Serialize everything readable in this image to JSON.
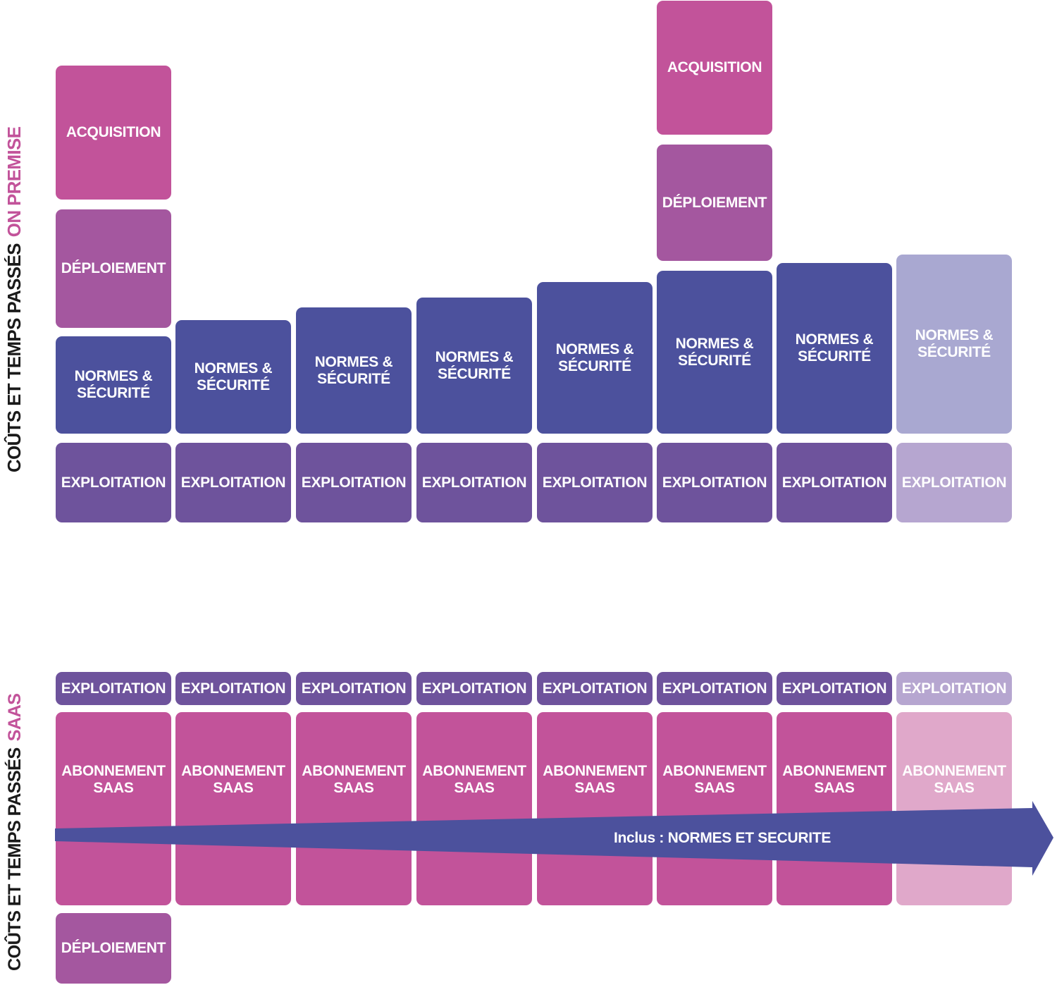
{
  "colors": {
    "acquisition": "#c2539a",
    "deploiement": "#a4579f",
    "normes": "#4c519d",
    "exploitation": "#6e539c",
    "abonnement": "#c2539a",
    "normes_faded": "#a9a8d1",
    "exploitation_faded": "#b6a6d0",
    "abonnement_faded": "#e0a8ca",
    "arrow": "#4c519d",
    "accent_text": "#c2539a",
    "axis_text": "#1a1a1a"
  },
  "on_premise": {
    "axis_title": "COÛTS ET TEMPS PASSÉS",
    "axis_title_accent": "ON PREMISE",
    "labels": {
      "acquisition": "ACQUISITION",
      "deploiement": "DÉPLOIEMENT",
      "normes": "NORMES &\nSÉCURITÉ",
      "exploitation": "EXPLOITATION"
    },
    "columns": [
      {
        "stack": [
          "exploitation",
          "normes",
          "deploiement",
          "acquisition"
        ],
        "faded": false
      },
      {
        "stack": [
          "exploitation",
          "normes"
        ],
        "faded": false
      },
      {
        "stack": [
          "exploitation",
          "normes"
        ],
        "faded": false
      },
      {
        "stack": [
          "exploitation",
          "normes"
        ],
        "faded": false
      },
      {
        "stack": [
          "exploitation",
          "normes"
        ],
        "faded": false
      },
      {
        "stack": [
          "exploitation",
          "normes",
          "deploiement",
          "acquisition"
        ],
        "faded": false
      },
      {
        "stack": [
          "exploitation",
          "normes"
        ],
        "faded": false
      },
      {
        "stack": [
          "exploitation",
          "normes"
        ],
        "faded": true
      }
    ]
  },
  "saas": {
    "axis_title": "COÛTS ET TEMPS PASSÉS",
    "axis_title_accent": "SAAS",
    "labels": {
      "exploitation": "EXPLOITATION",
      "abonnement": "ABONNEMENT\nSAAS",
      "deploiement": "DÉPLOIEMENT"
    },
    "columns": [
      {
        "stack": [
          "deploiement",
          "abonnement",
          "exploitation"
        ],
        "faded": false
      },
      {
        "stack": [
          "abonnement",
          "exploitation"
        ],
        "faded": false
      },
      {
        "stack": [
          "abonnement",
          "exploitation"
        ],
        "faded": false
      },
      {
        "stack": [
          "abonnement",
          "exploitation"
        ],
        "faded": false
      },
      {
        "stack": [
          "abonnement",
          "exploitation"
        ],
        "faded": false
      },
      {
        "stack": [
          "abonnement",
          "exploitation"
        ],
        "faded": false
      },
      {
        "stack": [
          "abonnement",
          "exploitation"
        ],
        "faded": false
      },
      {
        "stack": [
          "abonnement",
          "exploitation"
        ],
        "faded": true
      }
    ],
    "arrow_label": "Inclus : NORMES ET SECURITE"
  }
}
